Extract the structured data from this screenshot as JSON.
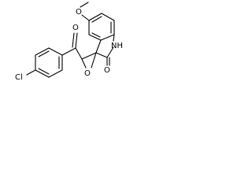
{
  "molecule": {
    "atom_labels": {
      "carbonyl_o": "O",
      "methoxy_o": "O",
      "epoxide_o": "O",
      "lactam_o": "O",
      "nh": "NH",
      "cl": "Cl"
    },
    "colors": {
      "bond": "#000000",
      "label": "#000000",
      "background": "#ffffff"
    }
  }
}
